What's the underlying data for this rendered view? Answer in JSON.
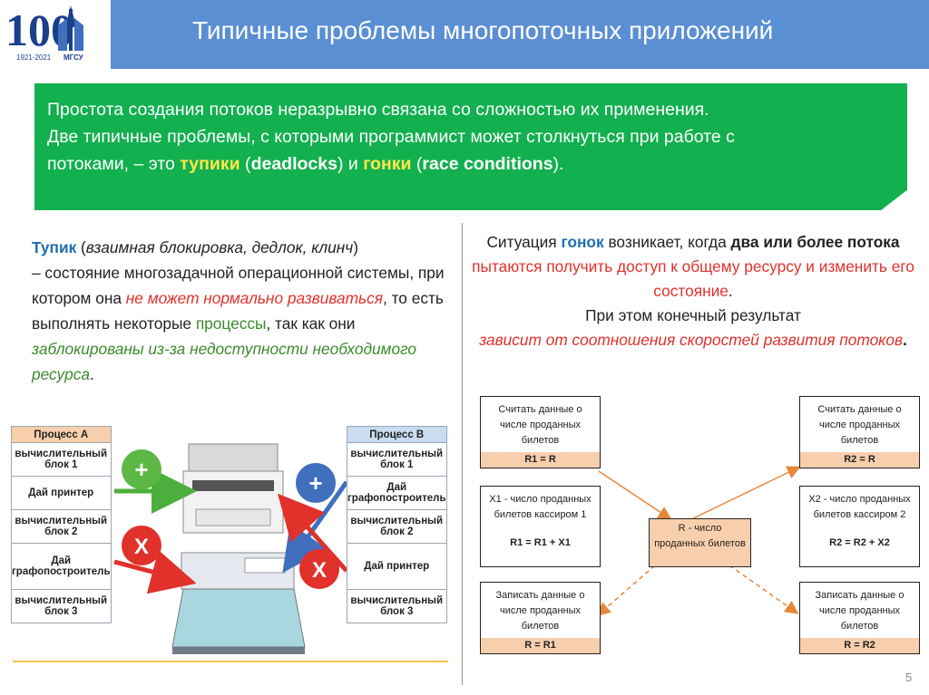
{
  "header": {
    "title": "Типичные проблемы многопоточных приложений",
    "logo": {
      "big_number": "100",
      "years": "1921-2021",
      "org": "МГСУ"
    }
  },
  "intro": {
    "line1": "Простота создания потоков неразрывно связана со сложностью их применения.",
    "line2": "Две типичные проблемы, с которыми программист может столкнуться при работе с",
    "line3_a": "потоками, – это ",
    "deadlocks_ru": "тупики",
    "paren_open": " (",
    "deadlocks_en": "deadlocks",
    "mid": ") и ",
    "race_ru": "гонки",
    "race_en": "race conditions",
    "paren_close": ")."
  },
  "deadlock_def": {
    "term": "Тупик",
    "p1": " (",
    "synonyms": "взаимная блокировка, дедлок, клинч",
    "p2": ")",
    "p3": "– состояние многозадачной операционной системы, при котором она ",
    "not_develop": "не может нормально развиваться",
    "p4": ", то есть выполнять некоторые ",
    "processes": "процессы",
    "p5": ", так как они ",
    "blocked": "заблокированы из-за недоступности необходимого ресурса",
    "p6": "."
  },
  "race_def": {
    "s1": "Ситуация ",
    "races": "гонок",
    "s2": " возникает, когда ",
    "two_more": "два или более потока",
    "s3": " ",
    "try_access": "пытаются получить доступ к общему ресурсу и изменить его состояние",
    "s4": ".",
    "s5": "При этом конечный результат",
    "depends": "зависит от соотношения скоростей развития потоков",
    "s6": "."
  },
  "process_a": {
    "header": "Процесс А",
    "rows": [
      "вычислительный блок 1",
      "Дай принтер",
      "вычислительный блок 2",
      "Дай графопостроитель",
      "вычислительный блок 3"
    ]
  },
  "process_b": {
    "header": "Процесс В",
    "rows": [
      "вычислительный блок 1",
      "Дай графопостроитель",
      "вычислительный блок 2",
      "Дай принтер",
      "вычислительный блок 3"
    ]
  },
  "symbols": {
    "plus": "+",
    "cross": "X"
  },
  "race_diagram": {
    "box_tl": {
      "text": "Считать данные о числе проданных билетов",
      "formula": "R1 = R"
    },
    "box_tr": {
      "text": "Считать данные о числе проданных билетов",
      "formula": "R2 = R"
    },
    "box_ml": {
      "text": "X1 - число проданных билетов кассиром 1",
      "formula": "R1 = R1 + X1"
    },
    "box_mr": {
      "text": "X2 - число проданных билетов кассиром 2",
      "formula": "R2 = R2 + X2"
    },
    "box_bl": {
      "text": "Записать данные о числе проданных билетов",
      "formula": "R = R1"
    },
    "box_br": {
      "text": "Записать данные о числе проданных билетов",
      "formula": "R = R2"
    },
    "center": {
      "text": "R - число проданных билетов"
    }
  },
  "slide_number": "5",
  "colors": {
    "header": "#5b8fd3",
    "green_box": "#12b04f",
    "highlight_yellow": "#ffe84a",
    "term_blue": "#1f6fb2",
    "accent_red": "#e0312b",
    "accent_green": "#3c8a2e",
    "arrow_orange": "#e8873a",
    "formula_fill": "#f8cfac",
    "process_a_header": "#f8cfac",
    "process_b_header": "#c9dcf0"
  },
  "icons": [
    "university-100-years-logo",
    "printer-icon",
    "plotter-icon",
    "plus-icon",
    "cross-icon"
  ]
}
